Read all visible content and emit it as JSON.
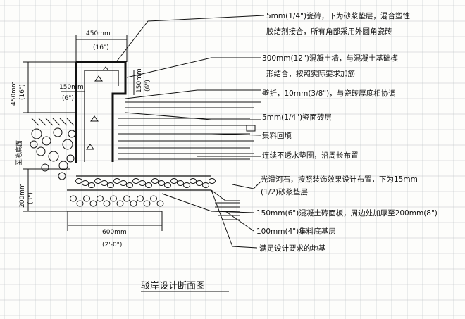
{
  "title": "驳岸设计断面图",
  "dimensions": {
    "top_width": "450mm",
    "top_width_in": "(16\")",
    "left_height": "450mm",
    "left_height_in": "(16\")",
    "inner_150_left": "150mm",
    "inner_150_left_in": "(6\")",
    "inner_150_right": "150mm",
    "inner_150_right_in": "(6\")",
    "to_floor": "至池底面",
    "base_height": "200mm",
    "base_height_in": "(3\")",
    "bottom_width": "600mm",
    "bottom_width_in": "(2'-0\")"
  },
  "notes": [
    {
      "line1": "5mm(1/4\")瓷砖，下为砂浆垫层，混合塑性",
      "line2": "胶结剂接合，所有角部采用外圆角瓷砖"
    },
    {
      "line1": "300mm(12\")混凝土墙，与混凝土基础楔",
      "line2": "形结合，按照实际要求加筋"
    },
    {
      "line1": "壁折，10mm(3/8\")，与瓷砖厚度相协调",
      "line2": ""
    },
    {
      "line1": "5mm(1/4\")瓷面砖层",
      "line2": ""
    },
    {
      "line1": "集料回填",
      "line2": ""
    },
    {
      "line1": "连续不透水垫圈，沿周长布置",
      "line2": ""
    },
    {
      "line1": "光滑河石，按照装饰效果设计布置，下为15mm",
      "line2": "(1/2)砂浆垫层"
    },
    {
      "line1": "150mm(6\")混凝土砖面板，周边处加厚至200mm(8\")",
      "line2": ""
    },
    {
      "line1": "100mm(4\")集料底基层",
      "line2": ""
    },
    {
      "line1": "满足设计要求的地基",
      "line2": ""
    }
  ]
}
